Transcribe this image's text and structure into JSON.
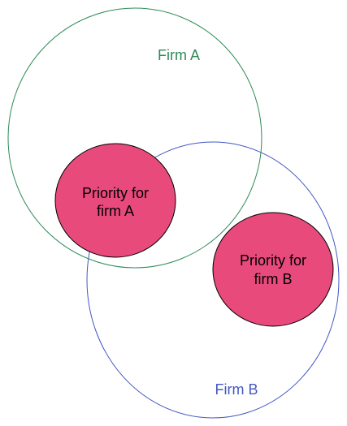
{
  "firm_a": {
    "label": "Firm A",
    "color": "#2e8b57"
  },
  "firm_b": {
    "label": "Firm B",
    "color": "#4457c4"
  },
  "priority_a": {
    "line1": "Priority for",
    "line2": "firm A",
    "fill": "#e84a7c"
  },
  "priority_b": {
    "line1": "Priority for",
    "line2": "firm B",
    "fill": "#e84a7c"
  }
}
